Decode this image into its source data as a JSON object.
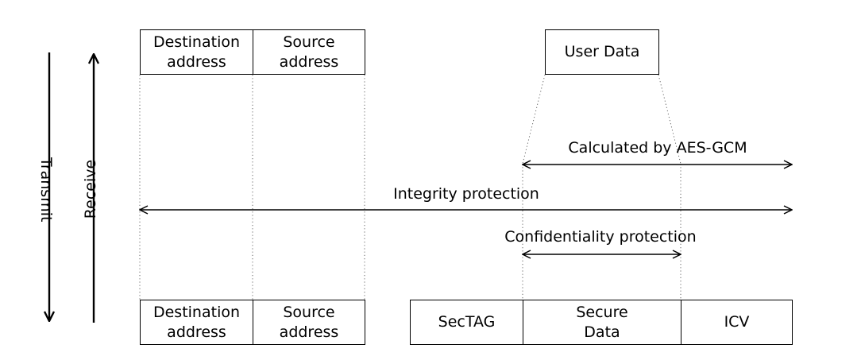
{
  "directions": {
    "transmit": "Transmit",
    "receive": "Receive"
  },
  "top_frame": {
    "destination": [
      "Destination",
      "address"
    ],
    "source": [
      "Source",
      "address"
    ],
    "user_data": "User Data"
  },
  "bottom_frame": {
    "destination": [
      "Destination",
      "address"
    ],
    "source": [
      "Source",
      "address"
    ],
    "sectag": "SecTAG",
    "secure_data": [
      "Secure",
      "Data"
    ],
    "icv": "ICV"
  },
  "spans": {
    "aes_gcm": "Calculated by AES-GCM",
    "integrity": "Integrity protection",
    "confidentiality": "Confidentiality protection"
  }
}
